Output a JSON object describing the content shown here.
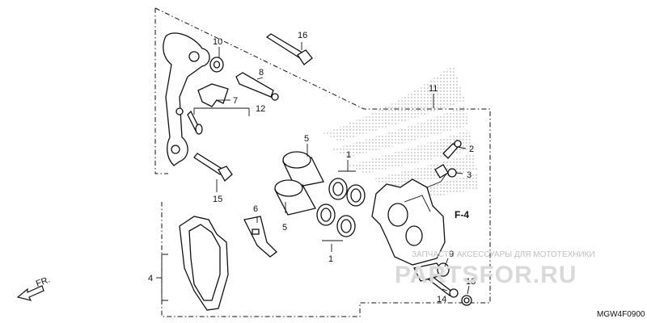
{
  "callouts": {
    "c1a": "1",
    "c1b": "1",
    "c2": "2",
    "c3": "3",
    "c4": "4",
    "c5a": "5",
    "c5b": "5",
    "c6": "6",
    "c7": "7",
    "c8": "8",
    "c9": "9",
    "c10": "10",
    "c11": "11",
    "c12": "12",
    "c13": "13",
    "c14": "14",
    "c15": "15",
    "c16": "16"
  },
  "figure_ref": "F-4",
  "diagram_code": "MGW4F0900",
  "direction_label": "FR.",
  "watermark": {
    "tagline": "ЗАПЧАСТИ АКСЕССУАРЫ ДЛЯ МОТОТЕХНИКИ",
    "brand": "PARTSFOR.RU"
  },
  "colors": {
    "line": "#111111",
    "background": "#ffffff",
    "watermark": "#d9d9d9"
  }
}
